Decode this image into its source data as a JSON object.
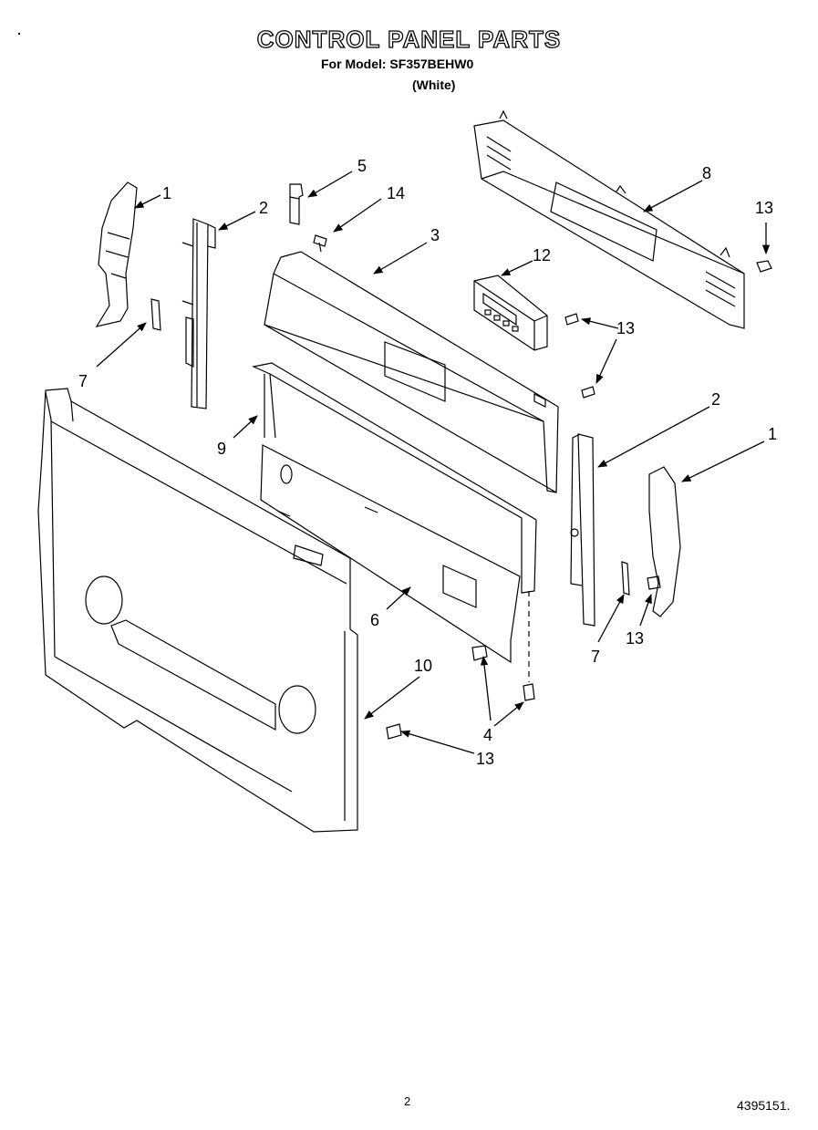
{
  "header": {
    "title": "CONTROL PANEL PARTS",
    "model_line": "For Model: SF357BEHW0",
    "color_line": "(White)"
  },
  "footer": {
    "page": "2",
    "doc_number": "4395151."
  },
  "callouts": {
    "c1_left": "1",
    "c2_left": "2",
    "c5": "5",
    "c14": "14",
    "c3": "3",
    "c12": "12",
    "c8": "8",
    "c13_topright": "13",
    "c13_control": "13",
    "c7_left": "7",
    "c9": "9",
    "c2_right": "2",
    "c1_right": "1",
    "c6": "6",
    "c7_right": "7",
    "c13_endcap": "13",
    "c10": "10",
    "c4": "4",
    "c13_bottom": "13"
  }
}
